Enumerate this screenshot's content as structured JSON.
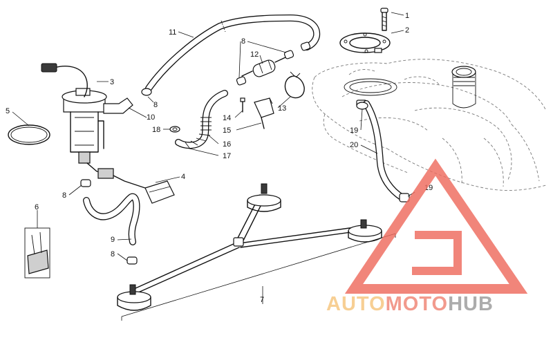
{
  "watermark": {
    "brand_part1": "AUTO",
    "brand_part2": "MOTO",
    "brand_part3": "HUB",
    "colors": {
      "triangle": "#ee6b5e",
      "auto": "#f6c57d",
      "moto": "#f08575",
      "hub": "#9a9a9a"
    }
  },
  "callouts": [
    {
      "id": "1",
      "text": "1"
    },
    {
      "id": "2",
      "text": "2"
    },
    {
      "id": "3",
      "text": "3"
    },
    {
      "id": "4",
      "text": "4"
    },
    {
      "id": "5",
      "text": "5"
    },
    {
      "id": "6",
      "text": "6"
    },
    {
      "id": "7",
      "text": "7"
    },
    {
      "id": "8a",
      "text": "8"
    },
    {
      "id": "8b",
      "text": "8"
    },
    {
      "id": "8c",
      "text": "8"
    },
    {
      "id": "8d",
      "text": "8"
    },
    {
      "id": "9",
      "text": "9"
    },
    {
      "id": "10",
      "text": "10"
    },
    {
      "id": "11",
      "text": "11"
    },
    {
      "id": "12",
      "text": "12"
    },
    {
      "id": "13",
      "text": "13"
    },
    {
      "id": "14",
      "text": "14"
    },
    {
      "id": "15",
      "text": "15"
    },
    {
      "id": "16",
      "text": "16"
    },
    {
      "id": "17",
      "text": "17"
    },
    {
      "id": "18",
      "text": "18"
    },
    {
      "id": "19a",
      "text": "19"
    },
    {
      "id": "19b",
      "text": "19"
    },
    {
      "id": "20",
      "text": "20"
    }
  ]
}
